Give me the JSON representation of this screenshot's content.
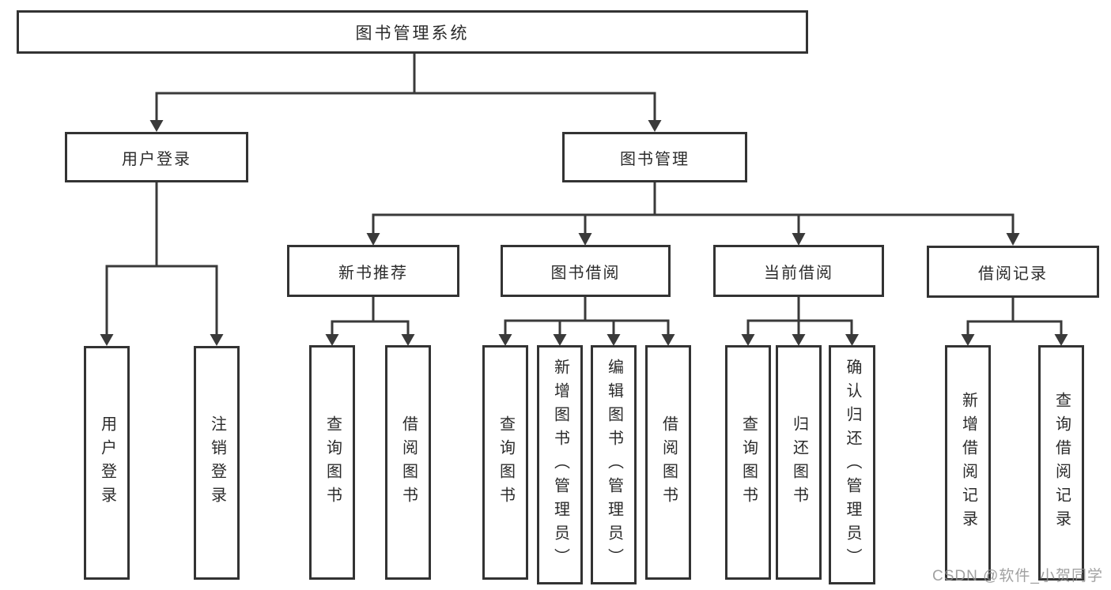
{
  "diagram": {
    "root": {
      "label": "图书管理系统"
    },
    "user_login": {
      "label": "用户登录",
      "children": {
        "login": {
          "label": "用户登录"
        },
        "logout": {
          "label": "注销登录"
        }
      }
    },
    "book_mgmt": {
      "label": "图书管理",
      "sections": {
        "new_book_rec": {
          "label": "新书推荐",
          "children": {
            "query": {
              "label": "查询图书"
            },
            "borrow": {
              "label": "借阅图书"
            }
          }
        },
        "book_borrow": {
          "label": "图书借阅",
          "children": {
            "query": {
              "label": "查询图书"
            },
            "add": {
              "label": "新增图书（管理员）"
            },
            "edit": {
              "label": "编辑图书（管理员）"
            },
            "borrow": {
              "label": "借阅图书"
            }
          }
        },
        "current_borrow": {
          "label": "当前借阅",
          "children": {
            "query": {
              "label": "查询图书"
            },
            "return": {
              "label": "归还图书"
            },
            "confirm": {
              "label": "确认归还（管理员）"
            }
          }
        },
        "borrow_records": {
          "label": "借阅记录",
          "children": {
            "add": {
              "label": "新增借阅记录"
            },
            "query": {
              "label": "查询借阅记录"
            }
          }
        }
      }
    }
  },
  "watermark": {
    "text": "CSDN @软件_小贺同学"
  },
  "palette": {
    "line": "#3a3a3a",
    "box_border": "#333333",
    "text": "#2b2b2b",
    "watermark_text": "#919191",
    "background": "#ffffff"
  }
}
